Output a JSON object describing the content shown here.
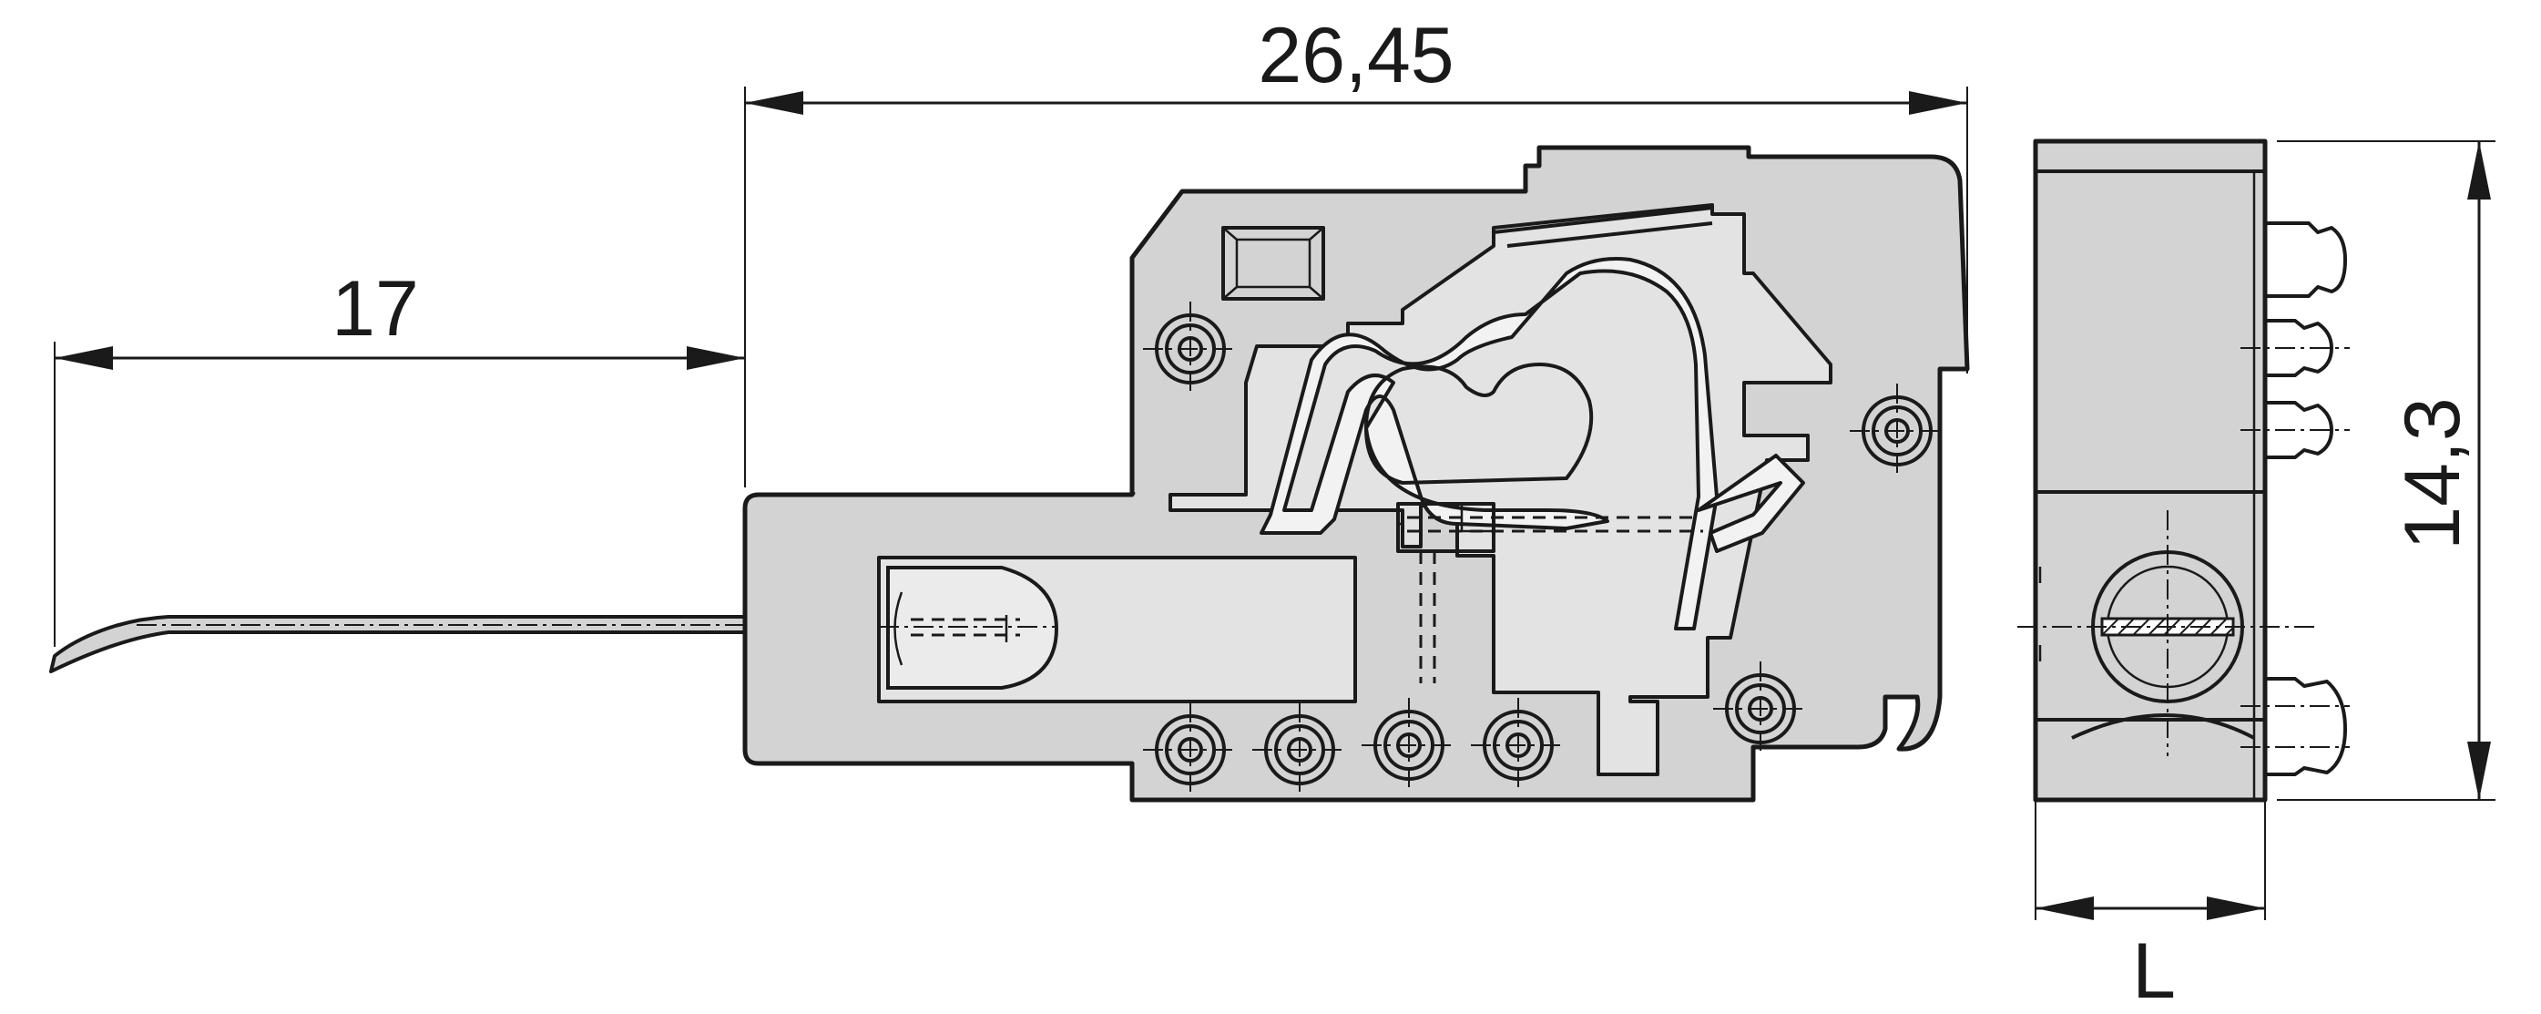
{
  "dimensions": {
    "width_overall": "26,45",
    "wire_length": "17",
    "height": "14,3",
    "length_param": "L"
  },
  "colors": {
    "housing": "#d3d3d3",
    "component": "#e3e3e3",
    "line": "#1a1a1a"
  }
}
